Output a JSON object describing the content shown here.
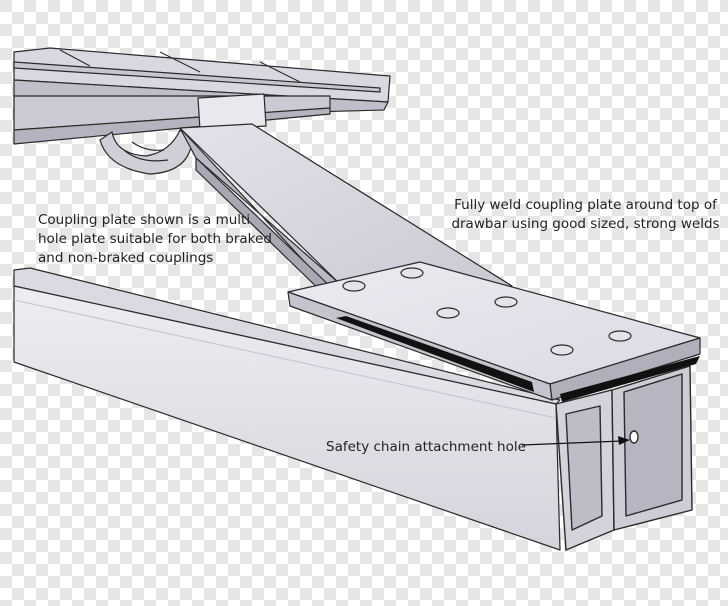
{
  "colors": {
    "background_checker_light": "#ffffff",
    "background_checker_dark": "#e6e6e6",
    "steel_light": "#e6e6ec",
    "steel_mid": "#cfcfd8",
    "steel_dark": "#a8a8b4",
    "outline": "#2a2a2a",
    "weld": "#111111",
    "text": "#222222"
  },
  "callouts": {
    "coupling_plate": "Coupling plate shown is a multi\nhole plate suitable for both braked\nand non-braked couplings",
    "weld": "Fully weld coupling plate around top of\ndrawbar using good sized, strong welds",
    "safety_chain": "Safety chain attachment hole"
  },
  "components": {
    "plate_holes": 6
  }
}
